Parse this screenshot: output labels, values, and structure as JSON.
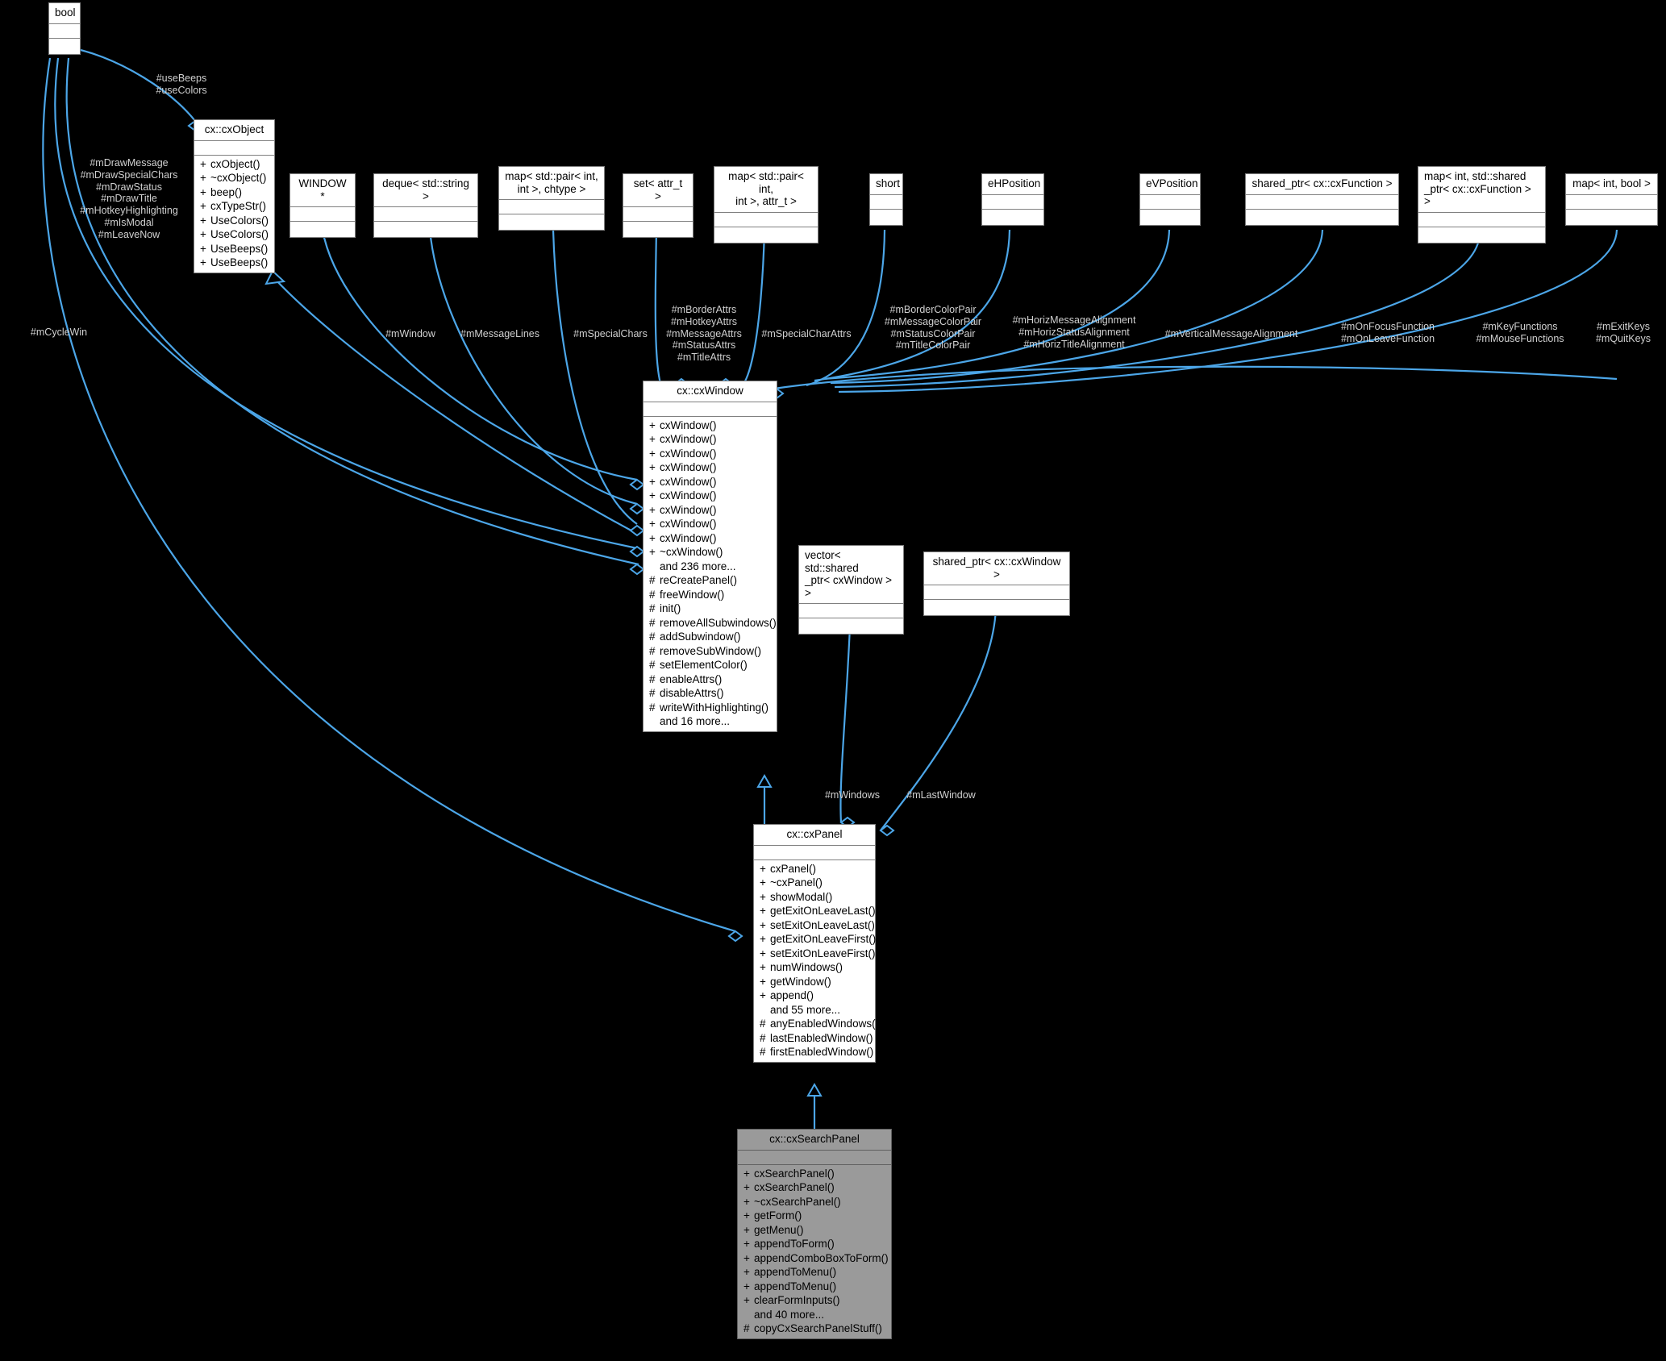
{
  "diagram": {
    "kind": "uml-collaboration-diagram",
    "background": "#000000",
    "edge_color": "#4ca6e8",
    "node_fill": "#ffffff",
    "highlight_fill": "#9a9a9a",
    "label_color": "#d0d0d0"
  },
  "nodes": {
    "bool": {
      "title": "bool",
      "ops": []
    },
    "cxObject": {
      "title": "cx::cxObject",
      "ops": [
        {
          "vis": "+",
          "name": "cxObject()"
        },
        {
          "vis": "+",
          "name": "~cxObject()"
        },
        {
          "vis": "+",
          "name": "beep()"
        },
        {
          "vis": "+",
          "name": "cxTypeStr()"
        },
        {
          "vis": "+",
          "name": "UseColors()"
        },
        {
          "vis": "+",
          "name": "UseColors()"
        },
        {
          "vis": "+",
          "name": "UseBeeps()"
        },
        {
          "vis": "+",
          "name": "UseBeeps()"
        }
      ]
    },
    "window_ptr": {
      "title": "WINDOW *"
    },
    "deque_string": {
      "title": "deque< std::string >"
    },
    "map_pair_chtype": {
      "title": "map< std::pair< int,\nint >, chtype >"
    },
    "set_attr_t": {
      "title": "set< attr_t >"
    },
    "map_pair_attr_t": {
      "title": "map< std::pair< int,\nint >, attr_t >"
    },
    "short": {
      "title": "short"
    },
    "ehposition": {
      "title": "eHPosition"
    },
    "evposition": {
      "title": "eVPosition"
    },
    "shared_ptr_cxfunction": {
      "title": "shared_ptr< cx::cxFunction >"
    },
    "map_int_shared_cxfunction": {
      "title": "map< int, std::shared\n_ptr< cx::cxFunction > >"
    },
    "map_int_bool": {
      "title": "map< int, bool >"
    },
    "cxWindow": {
      "title": "cx::cxWindow",
      "ops": [
        {
          "vis": "+",
          "name": "cxWindow()"
        },
        {
          "vis": "+",
          "name": "cxWindow()"
        },
        {
          "vis": "+",
          "name": "cxWindow()"
        },
        {
          "vis": "+",
          "name": "cxWindow()"
        },
        {
          "vis": "+",
          "name": "cxWindow()"
        },
        {
          "vis": "+",
          "name": "cxWindow()"
        },
        {
          "vis": "+",
          "name": "cxWindow()"
        },
        {
          "vis": "+",
          "name": "cxWindow()"
        },
        {
          "vis": "+",
          "name": "cxWindow()"
        },
        {
          "vis": "+",
          "name": "~cxWindow()"
        },
        {
          "vis": "",
          "name": "and 236 more..."
        },
        {
          "vis": "#",
          "name": "reCreatePanel()"
        },
        {
          "vis": "#",
          "name": "freeWindow()"
        },
        {
          "vis": "#",
          "name": "init()"
        },
        {
          "vis": "#",
          "name": "removeAllSubwindows()"
        },
        {
          "vis": "#",
          "name": "addSubwindow()"
        },
        {
          "vis": "#",
          "name": "removeSubWindow()"
        },
        {
          "vis": "#",
          "name": "setElementColor()"
        },
        {
          "vis": "#",
          "name": "enableAttrs()"
        },
        {
          "vis": "#",
          "name": "disableAttrs()"
        },
        {
          "vis": "#",
          "name": "writeWithHighlighting()"
        },
        {
          "vis": "",
          "name": "and 16 more..."
        }
      ]
    },
    "vector_shared_cxwindow": {
      "title": "vector< std::shared\n_ptr< cxWindow > >"
    },
    "shared_ptr_cxwindow": {
      "title": "shared_ptr< cx::cxWindow >"
    },
    "cxPanel": {
      "title": "cx::cxPanel",
      "ops": [
        {
          "vis": "+",
          "name": "cxPanel()"
        },
        {
          "vis": "+",
          "name": "~cxPanel()"
        },
        {
          "vis": "+",
          "name": "showModal()"
        },
        {
          "vis": "+",
          "name": "getExitOnLeaveLast()"
        },
        {
          "vis": "+",
          "name": "setExitOnLeaveLast()"
        },
        {
          "vis": "+",
          "name": "getExitOnLeaveFirst()"
        },
        {
          "vis": "+",
          "name": "setExitOnLeaveFirst()"
        },
        {
          "vis": "+",
          "name": "numWindows()"
        },
        {
          "vis": "+",
          "name": "getWindow()"
        },
        {
          "vis": "+",
          "name": "append()"
        },
        {
          "vis": "",
          "name": "and 55 more..."
        },
        {
          "vis": "#",
          "name": "anyEnabledWindows()"
        },
        {
          "vis": "#",
          "name": "lastEnabledWindow()"
        },
        {
          "vis": "#",
          "name": "firstEnabledWindow()"
        }
      ]
    },
    "cxSearchPanel": {
      "title": "cx::cxSearchPanel",
      "ops": [
        {
          "vis": "+",
          "name": "cxSearchPanel()"
        },
        {
          "vis": "+",
          "name": "cxSearchPanel()"
        },
        {
          "vis": "+",
          "name": "~cxSearchPanel()"
        },
        {
          "vis": "+",
          "name": "getForm()"
        },
        {
          "vis": "+",
          "name": "getMenu()"
        },
        {
          "vis": "+",
          "name": "appendToForm()"
        },
        {
          "vis": "+",
          "name": "appendComboBoxToForm()"
        },
        {
          "vis": "+",
          "name": "appendToMenu()"
        },
        {
          "vis": "+",
          "name": "appendToMenu()"
        },
        {
          "vis": "+",
          "name": "clearFormInputs()"
        },
        {
          "vis": "",
          "name": "and 40 more..."
        },
        {
          "vis": "#",
          "name": "copyCxSearchPanelStuff()"
        }
      ]
    }
  },
  "edge_labels": {
    "use_beeps_colors": "#useBeeps\n#useColors",
    "draw_flags": "#mDrawMessage\n#mDrawSpecialChars\n#mDrawStatus\n#mDrawTitle\n#mHotkeyHighlighting\n#mIsModal\n#mLeaveNow",
    "cycle_win": "#mCycleWin",
    "m_window": "#mWindow",
    "m_message_lines": "#mMessageLines",
    "m_special_chars": "#mSpecialChars",
    "m_attrs": "#mBorderAttrs\n#mHotkeyAttrs\n#mMessageAttrs\n#mStatusAttrs\n#mTitleAttrs",
    "m_special_char_attrs": "#mSpecialCharAttrs",
    "m_color_pairs": "#mBorderColorPair\n#mMessageColorPair\n#mStatusColorPair\n#mTitleColorPair",
    "m_horiz_alignment": "#mHorizMessageAlignment\n#mHorizStatusAlignment\n#mHorizTitleAlignment",
    "m_vertical_alignment": "#mVerticalMessageAlignment",
    "m_focus_leave_function": "#mOnFocusFunction\n#mOnLeaveFunction",
    "m_key_mouse_functions": "#mKeyFunctions\n#mMouseFunctions",
    "m_exit_quit_keys": "#mExitKeys\n#mQuitKeys",
    "m_windows": "#mWindows",
    "m_last_window": "#mLastWindow"
  }
}
